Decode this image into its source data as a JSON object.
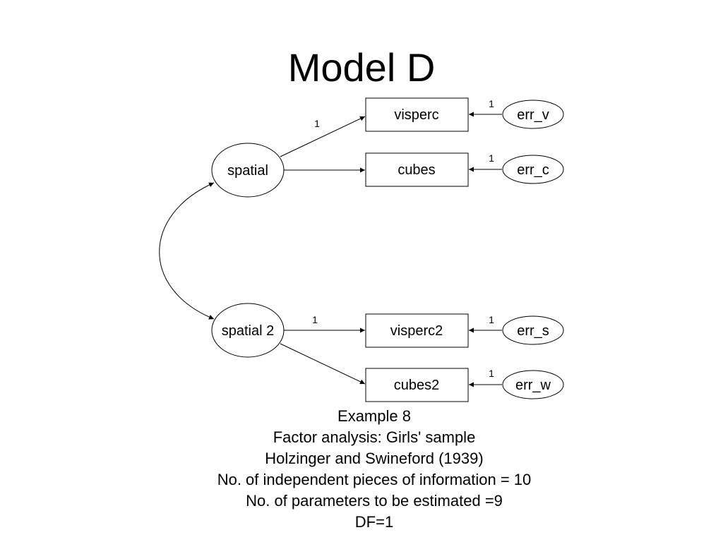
{
  "title": "Model D",
  "latent": {
    "spatial": "spatial",
    "spatial2": "spatial 2"
  },
  "observed": {
    "visperc": "visperc",
    "cubes": "cubes",
    "visperc2": "visperc2",
    "cubes2": "cubes2"
  },
  "errors": {
    "err_v": "err_v",
    "err_c": "err_c",
    "err_s": "err_s",
    "err_w": "err_w"
  },
  "path_labels": {
    "spatial_visperc": "1",
    "spatial2_visperc2": "1",
    "err_v": "1",
    "err_c": "1",
    "err_s": "1",
    "err_w": "1"
  },
  "caption": [
    "Example 8",
    "Factor analysis:  Girls' sample",
    "Holzinger and Swineford (1939)",
    "No. of independent pieces of information = 10",
    "No. of parameters to be estimated =9",
    "DF=1"
  ]
}
